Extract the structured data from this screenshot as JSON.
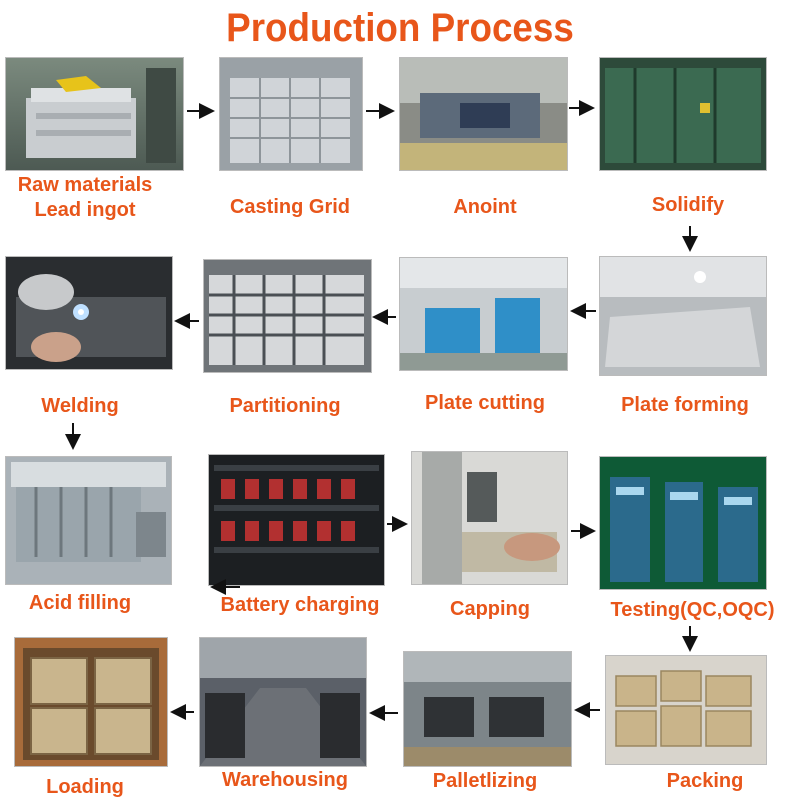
{
  "title": "Production Process",
  "colors": {
    "accent": "#e8561a",
    "arrow": "#111111"
  },
  "steps": [
    {
      "lines": [
        "Raw materials",
        "Lead ingot"
      ]
    },
    {
      "lines": [
        "Casting Grid"
      ]
    },
    {
      "lines": [
        "Anoint"
      ]
    },
    {
      "lines": [
        "Solidify"
      ]
    },
    {
      "lines": [
        "Plate forming"
      ]
    },
    {
      "lines": [
        "Plate cutting"
      ]
    },
    {
      "lines": [
        "Partitioning"
      ]
    },
    {
      "lines": [
        "Welding"
      ]
    },
    {
      "lines": [
        "Acid filling"
      ]
    },
    {
      "lines": [
        "Battery charging"
      ]
    },
    {
      "lines": [
        "Capping"
      ]
    },
    {
      "lines": [
        "Testing(QC,OQC)"
      ]
    },
    {
      "lines": [
        "Packing"
      ]
    },
    {
      "lines": [
        "Palletlizing"
      ]
    },
    {
      "lines": [
        "Warehousing"
      ]
    },
    {
      "lines": [
        "Loading"
      ]
    }
  ]
}
